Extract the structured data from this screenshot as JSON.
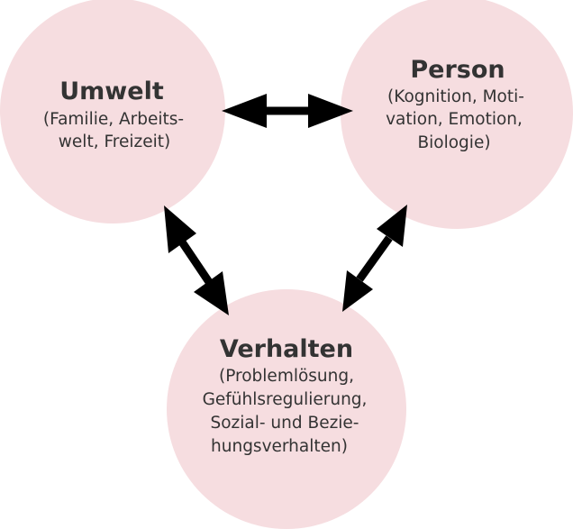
{
  "nodes": {
    "umwelt": {
      "title": "Umwelt",
      "lines": [
        "(Familie, Arbeits-",
        "welt, Freizeit)"
      ]
    },
    "person": {
      "title": "Person",
      "lines": [
        "(Kognition, Moti-",
        "vation, Emotion,",
        "Biologie)"
      ]
    },
    "verhalten": {
      "title": "Verhalten",
      "lines": [
        "(Problemlösung,",
        "Gefühlsregulierung,",
        "Sozial- und Bezie-",
        "hungsverhalten)"
      ]
    }
  },
  "colors": {
    "circle_fill": "#f6dde0",
    "text": "#333333",
    "arrow": "#000000"
  },
  "arrows": [
    {
      "from": "umwelt",
      "to": "person",
      "type": "bidirectional"
    },
    {
      "from": "umwelt",
      "to": "verhalten",
      "type": "bidirectional"
    },
    {
      "from": "person",
      "to": "verhalten",
      "type": "bidirectional"
    }
  ]
}
